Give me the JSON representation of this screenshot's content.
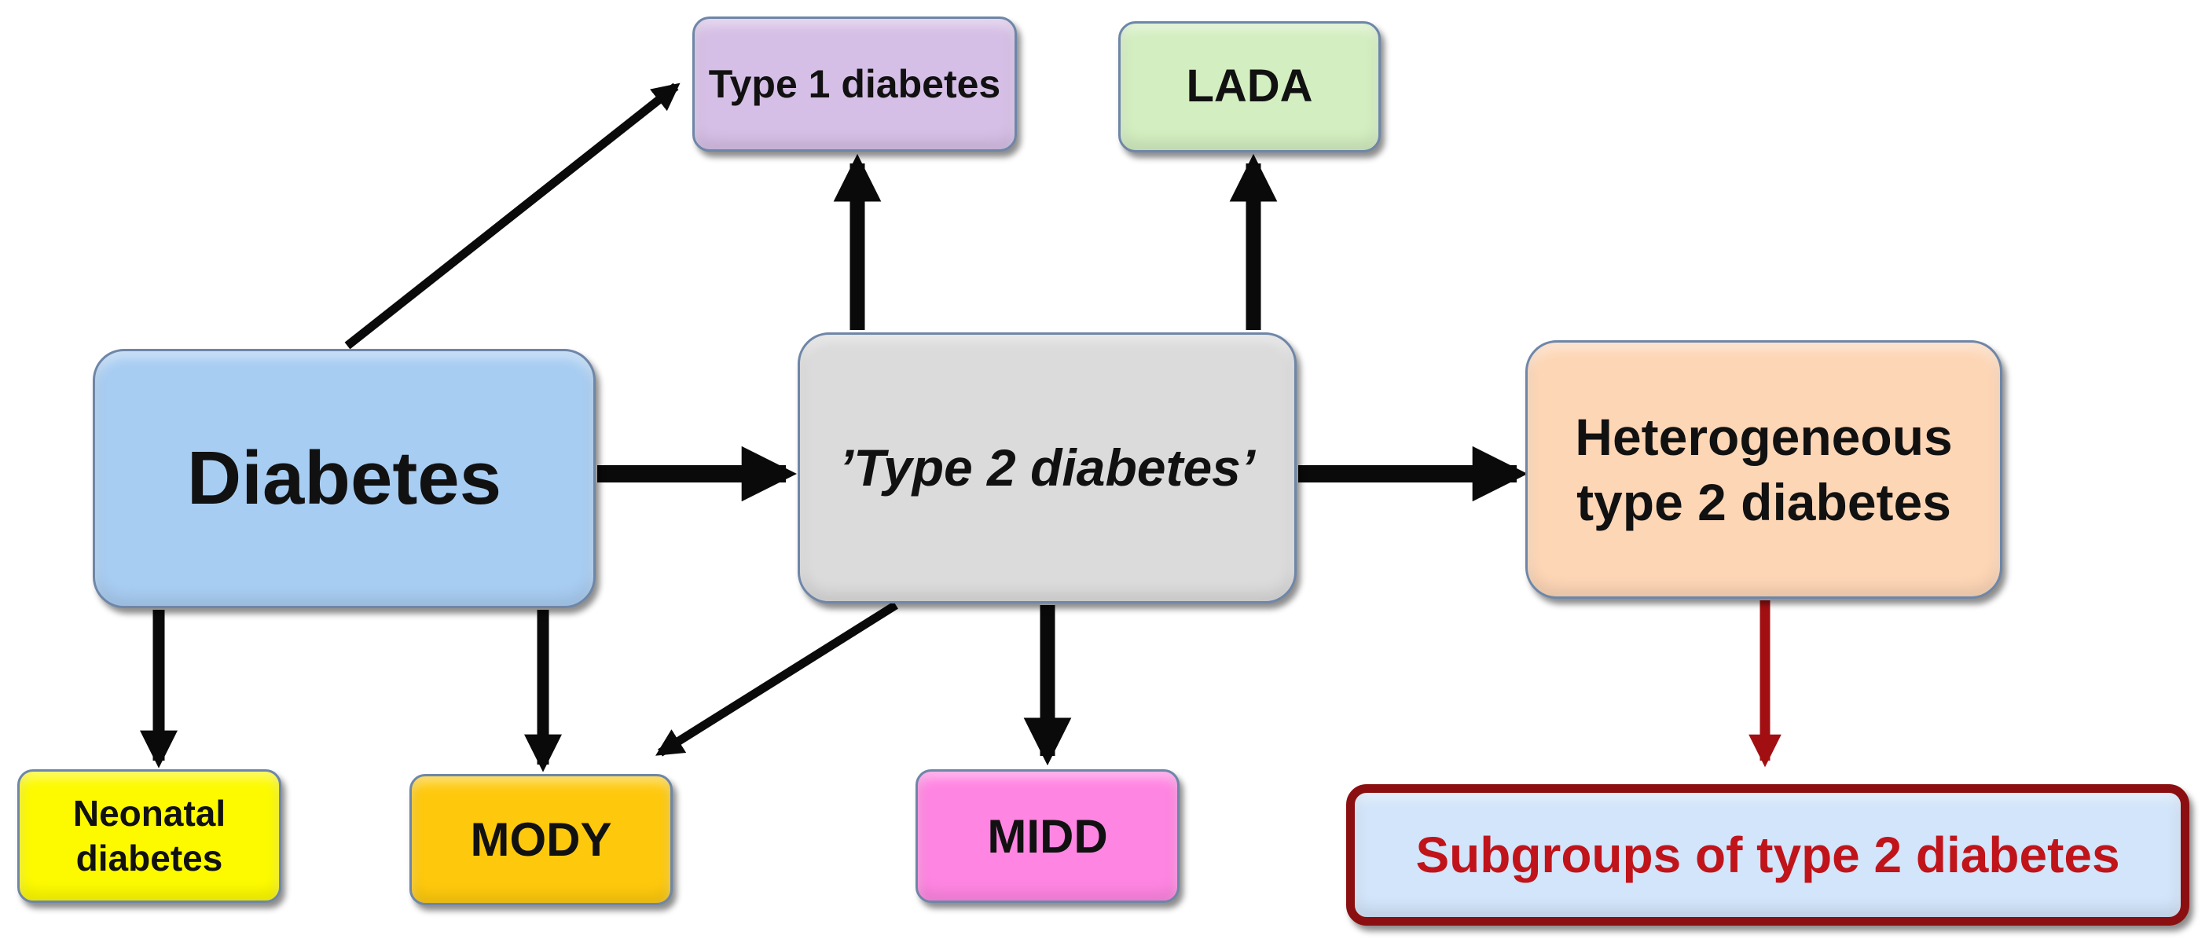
{
  "nodes": {
    "diabetes": {
      "label": "Diabetes",
      "color": "#a8cdf2"
    },
    "type2": {
      "label": "’Type 2 diabetes’",
      "color": "#dcdbdc"
    },
    "heterogeneous": {
      "line1": "Heterogeneous",
      "line2": "type 2 diabetes",
      "color": "#fdd6b6"
    },
    "type1": {
      "label": "Type 1 diabetes",
      "color": "#d6bfe6"
    },
    "lada": {
      "label": "LADA",
      "color": "#d3eec0"
    },
    "neonatal": {
      "line1": "Neonatal",
      "line2": "diabetes",
      "color": "#fdfa00"
    },
    "mody": {
      "label": "MODY",
      "color": "#fec90d"
    },
    "midd": {
      "label": "MIDD",
      "color": "#ff85e2"
    },
    "subgroups": {
      "label": "Subgroups of type 2 diabetes",
      "color": "#d2e5fa",
      "border_color": "#8b0f10",
      "text_color": "#c0141a"
    }
  },
  "edges": [
    {
      "from": "Diabetes",
      "to": "Type 1 diabetes"
    },
    {
      "from": "Diabetes",
      "to": "’Type 2 diabetes’"
    },
    {
      "from": "Diabetes",
      "to": "Neonatal diabetes"
    },
    {
      "from": "Diabetes",
      "to": "MODY"
    },
    {
      "from": "’Type 2 diabetes’",
      "to": "Type 1 diabetes"
    },
    {
      "from": "’Type 2 diabetes’",
      "to": "LADA"
    },
    {
      "from": "’Type 2 diabetes’",
      "to": "MODY"
    },
    {
      "from": "’Type 2 diabetes’",
      "to": "MIDD"
    },
    {
      "from": "’Type 2 diabetes’",
      "to": "Heterogeneous type 2 diabetes"
    },
    {
      "from": "Heterogeneous type 2 diabetes",
      "to": "Subgroups of type 2 diabetes"
    }
  ],
  "arrow_colors": {
    "default": "#0a0a0a",
    "highlight": "#a20f12"
  }
}
